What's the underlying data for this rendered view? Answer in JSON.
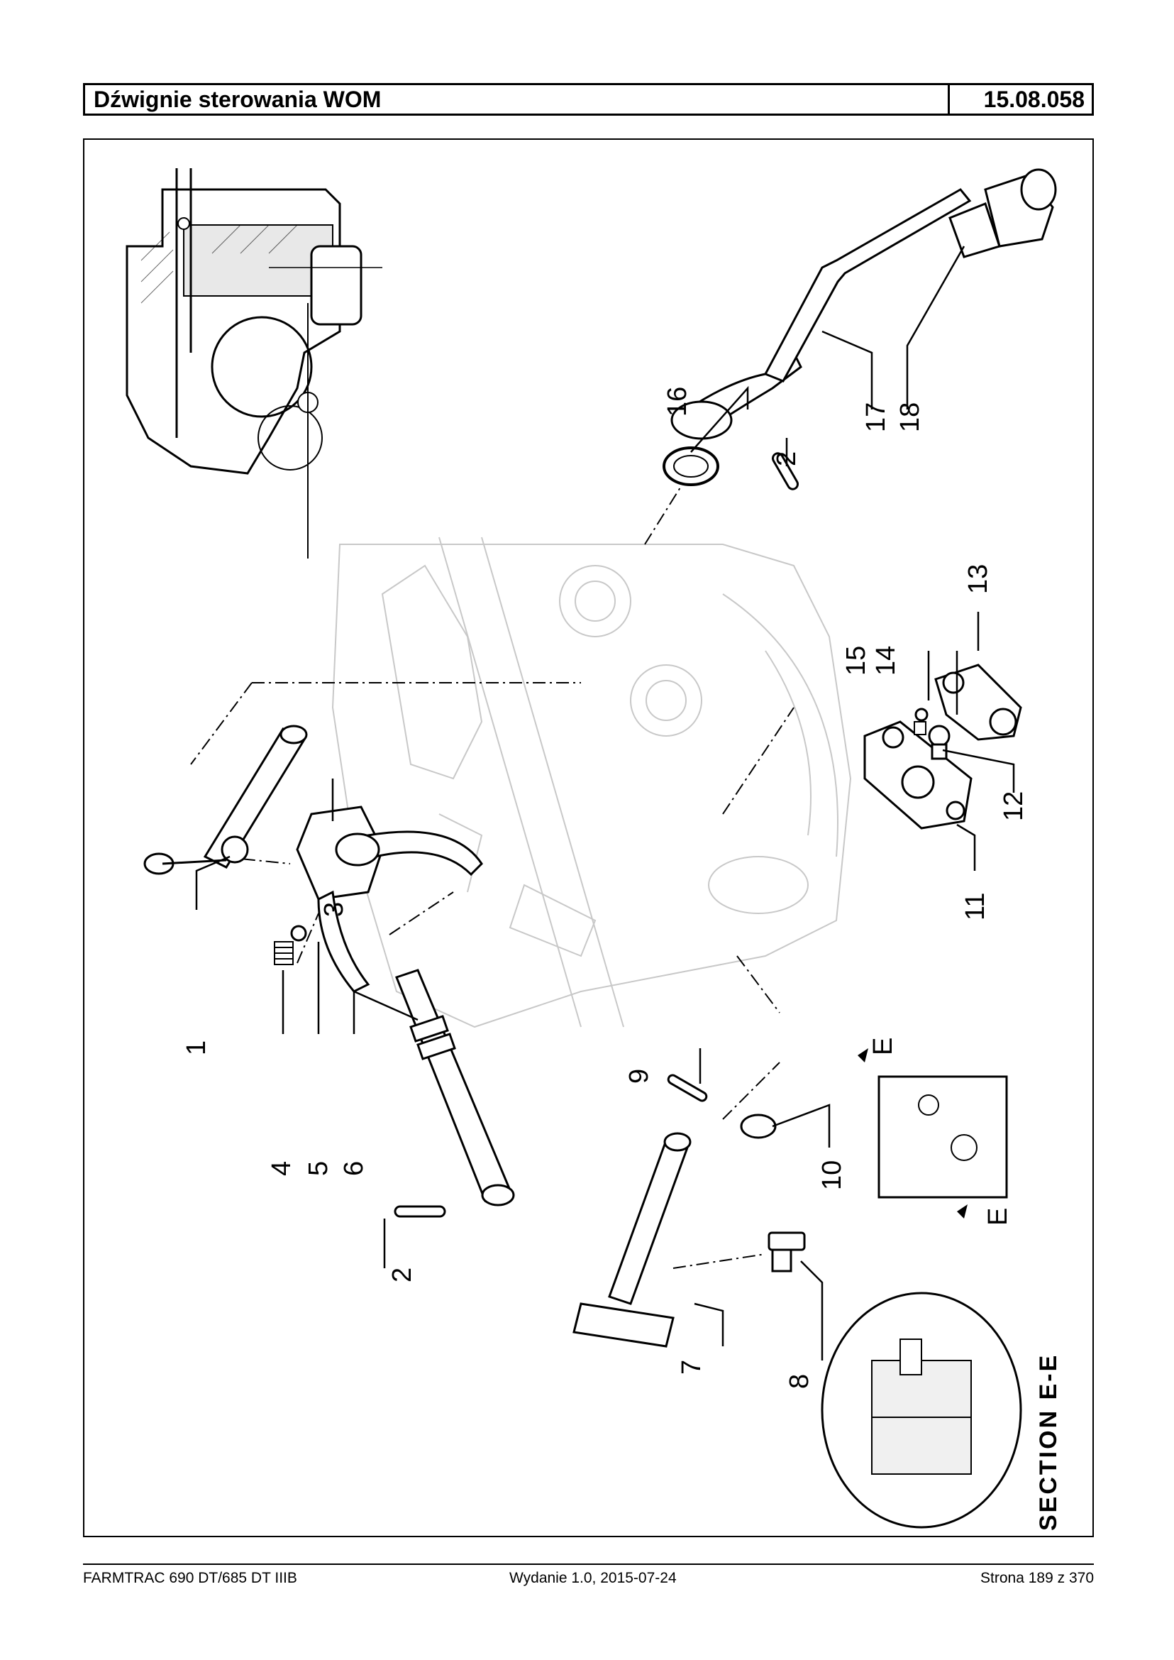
{
  "header": {
    "title": "Dźwignie sterowania WOM",
    "code": "15.08.058"
  },
  "diagram": {
    "callouts": [
      "1",
      "2",
      "3",
      "4",
      "5",
      "6",
      "7",
      "8",
      "9",
      "10",
      "11",
      "12",
      "13",
      "14",
      "15",
      "16",
      "17",
      "18",
      "2"
    ],
    "section_label": "SECTION  E-E",
    "section_markers": [
      "E",
      "E"
    ]
  },
  "footer": {
    "model": "FARMTRAC 690 DT/685 DT IIIB",
    "edition": "Wydanie 1.0,  2015-07-24",
    "page": "Strona 189 z 370"
  }
}
